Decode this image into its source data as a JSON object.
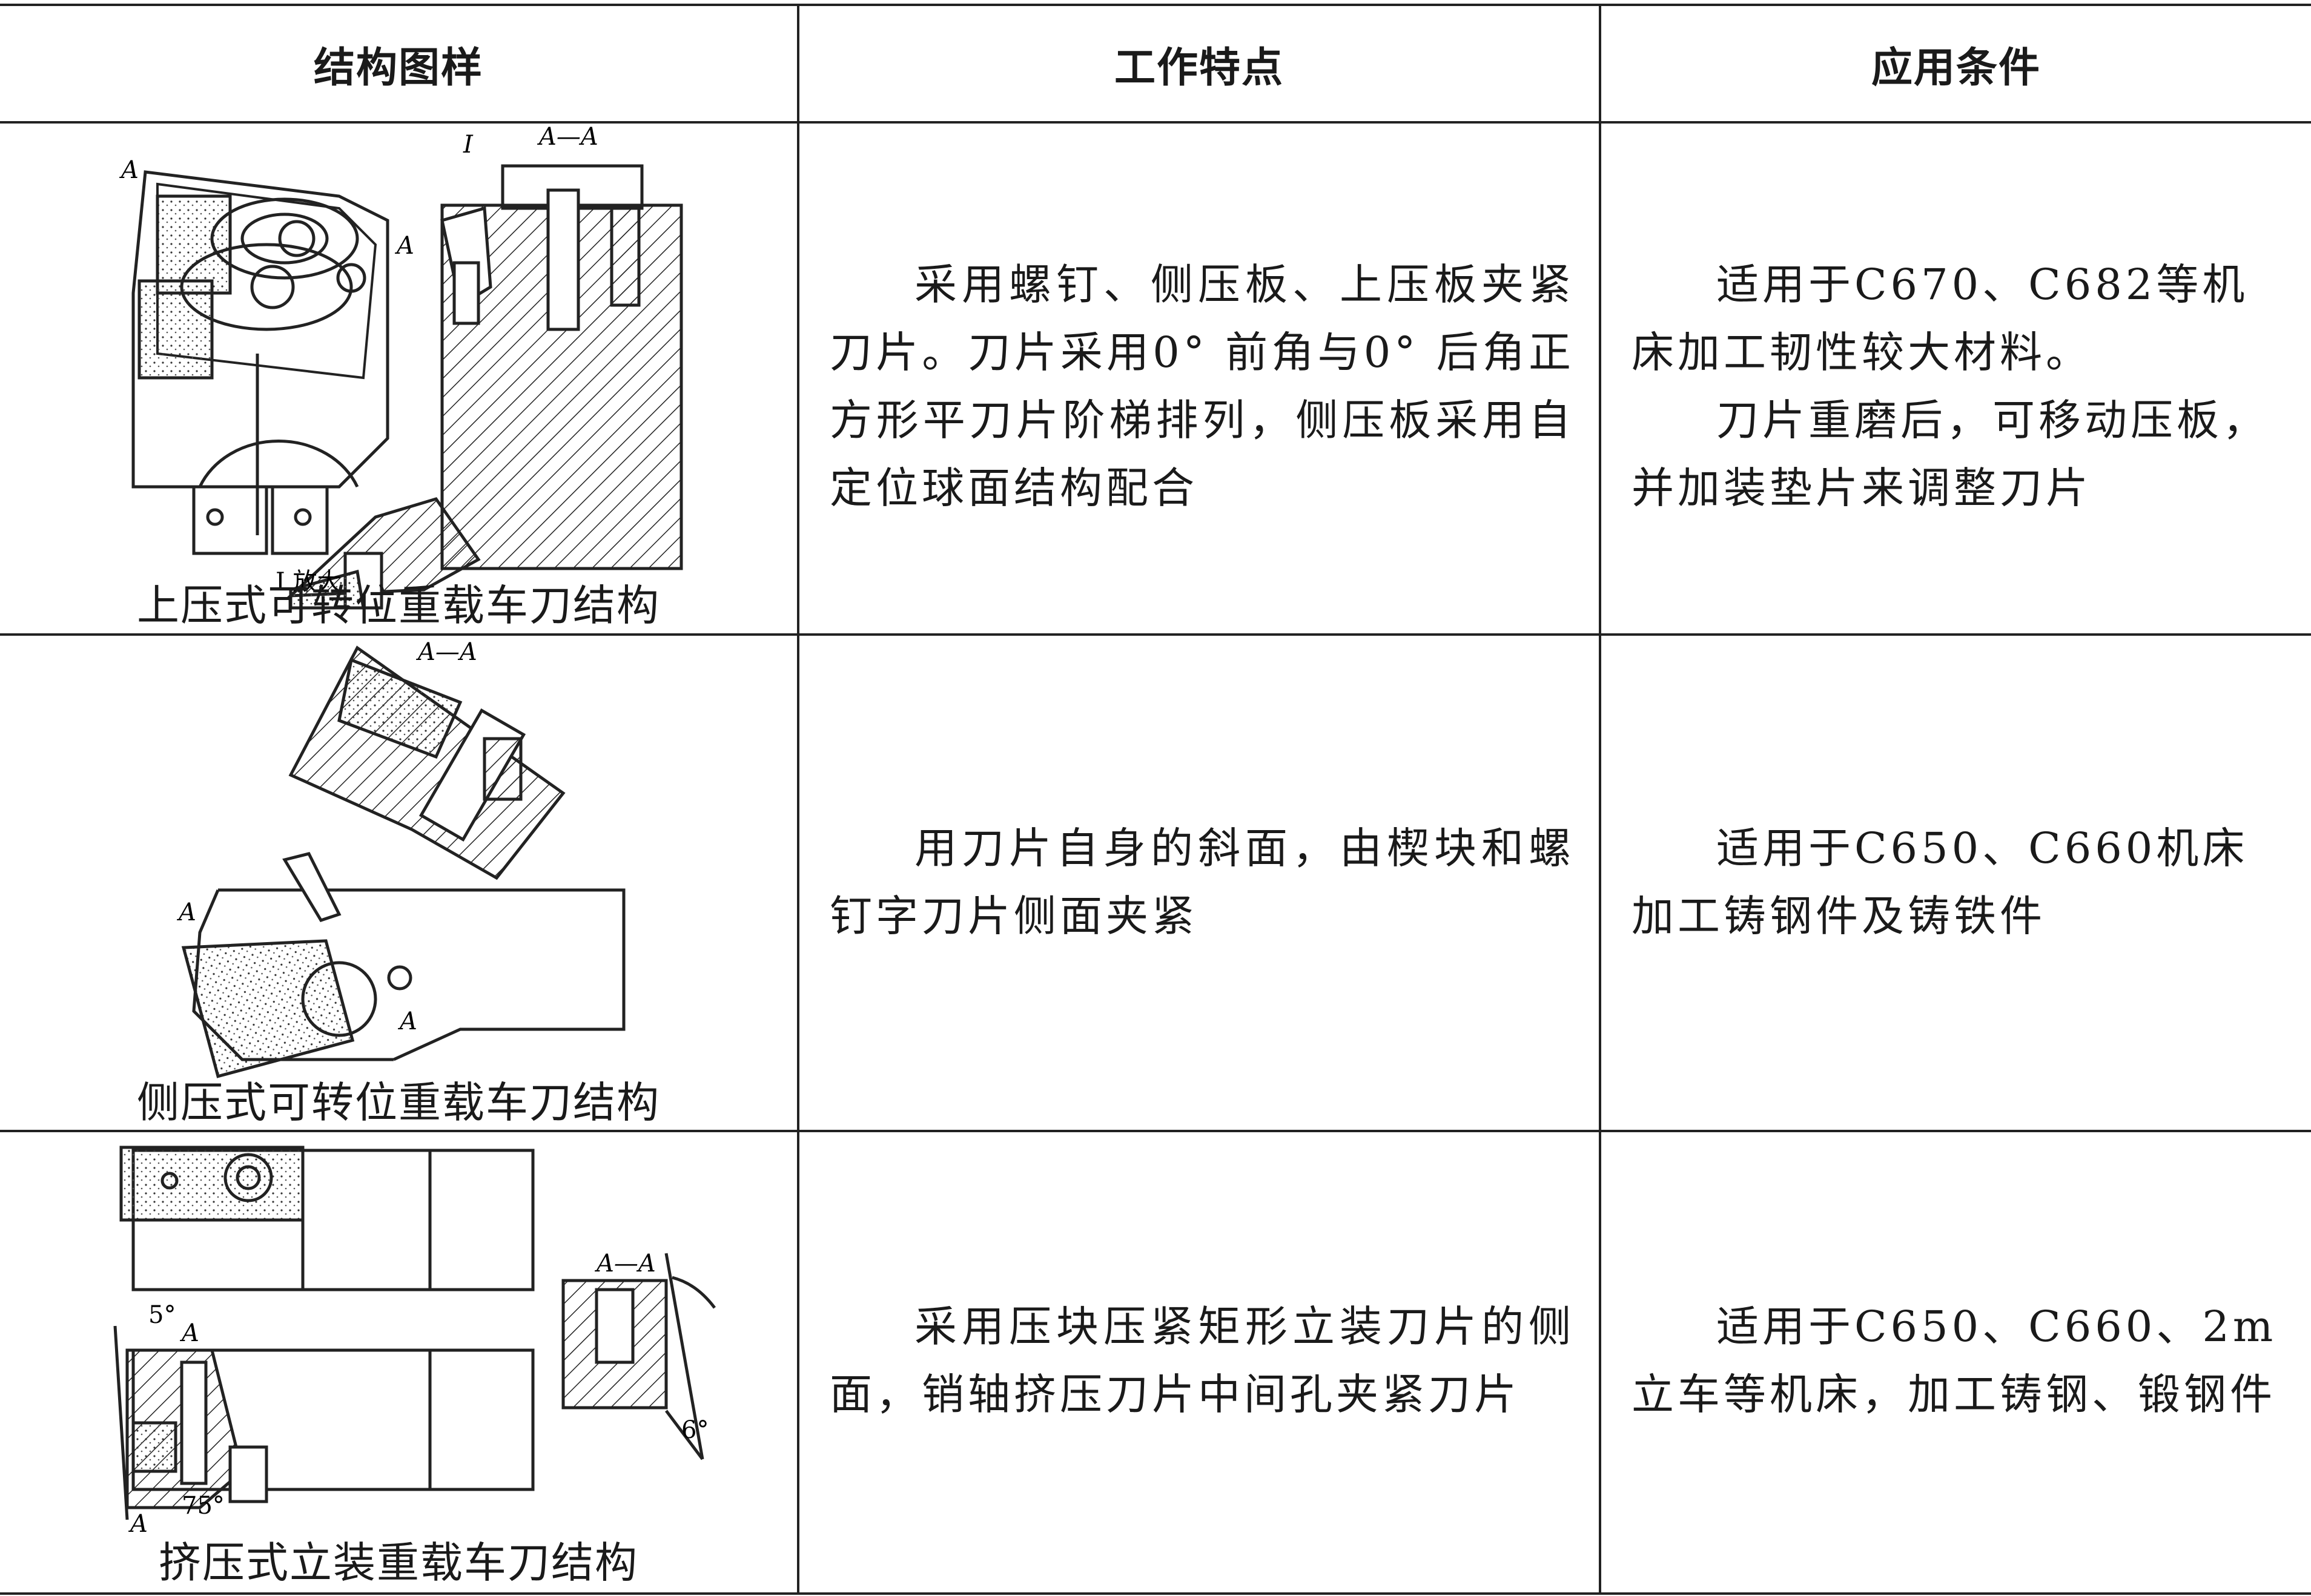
{
  "headers": [
    "结构图样",
    "工作特点",
    "应用条件"
  ],
  "rows": [
    {
      "caption": "上压式可转位重载车刀结构",
      "features": "采用螺钉、侧压板、上压板夹紧刀片。刀片采用0° 前角与0° 后角正方形平刀片阶梯排列，侧压板采用自定位球面结构配合",
      "conditions": [
        "适用于C670、C682等机床加工韧性较大材料。",
        "刀片重磨后，可移动压板，并加装垫片来调整刀片"
      ],
      "labels": {
        "section": "A—A",
        "a1": "A",
        "a2": "A",
        "roman": "I",
        "enlarge": "I 放大"
      }
    },
    {
      "caption": "侧压式可转位重载车刀结构",
      "features": "用刀片自身的斜面，由楔块和螺钉字刀片侧面夹紧",
      "conditions": [
        "适用于C650、C660机床加工铸钢件及铸铁件"
      ],
      "labels": {
        "section": "A—A",
        "a1": "A",
        "a2": "A"
      }
    },
    {
      "caption": "挤压式立装重载车刀结构",
      "features": "采用压块压紧矩形立装刀片的侧面，销轴挤压刀片中间孔夹紧刀片",
      "conditions": [
        "适用于C650、C660、2m立车等机床，加工铸钢、锻钢件"
      ],
      "labels": {
        "section": "A—A",
        "a1": "A",
        "a2": "A",
        "angle5": "5°",
        "angle75": "75°",
        "angle6": "6°"
      }
    }
  ]
}
